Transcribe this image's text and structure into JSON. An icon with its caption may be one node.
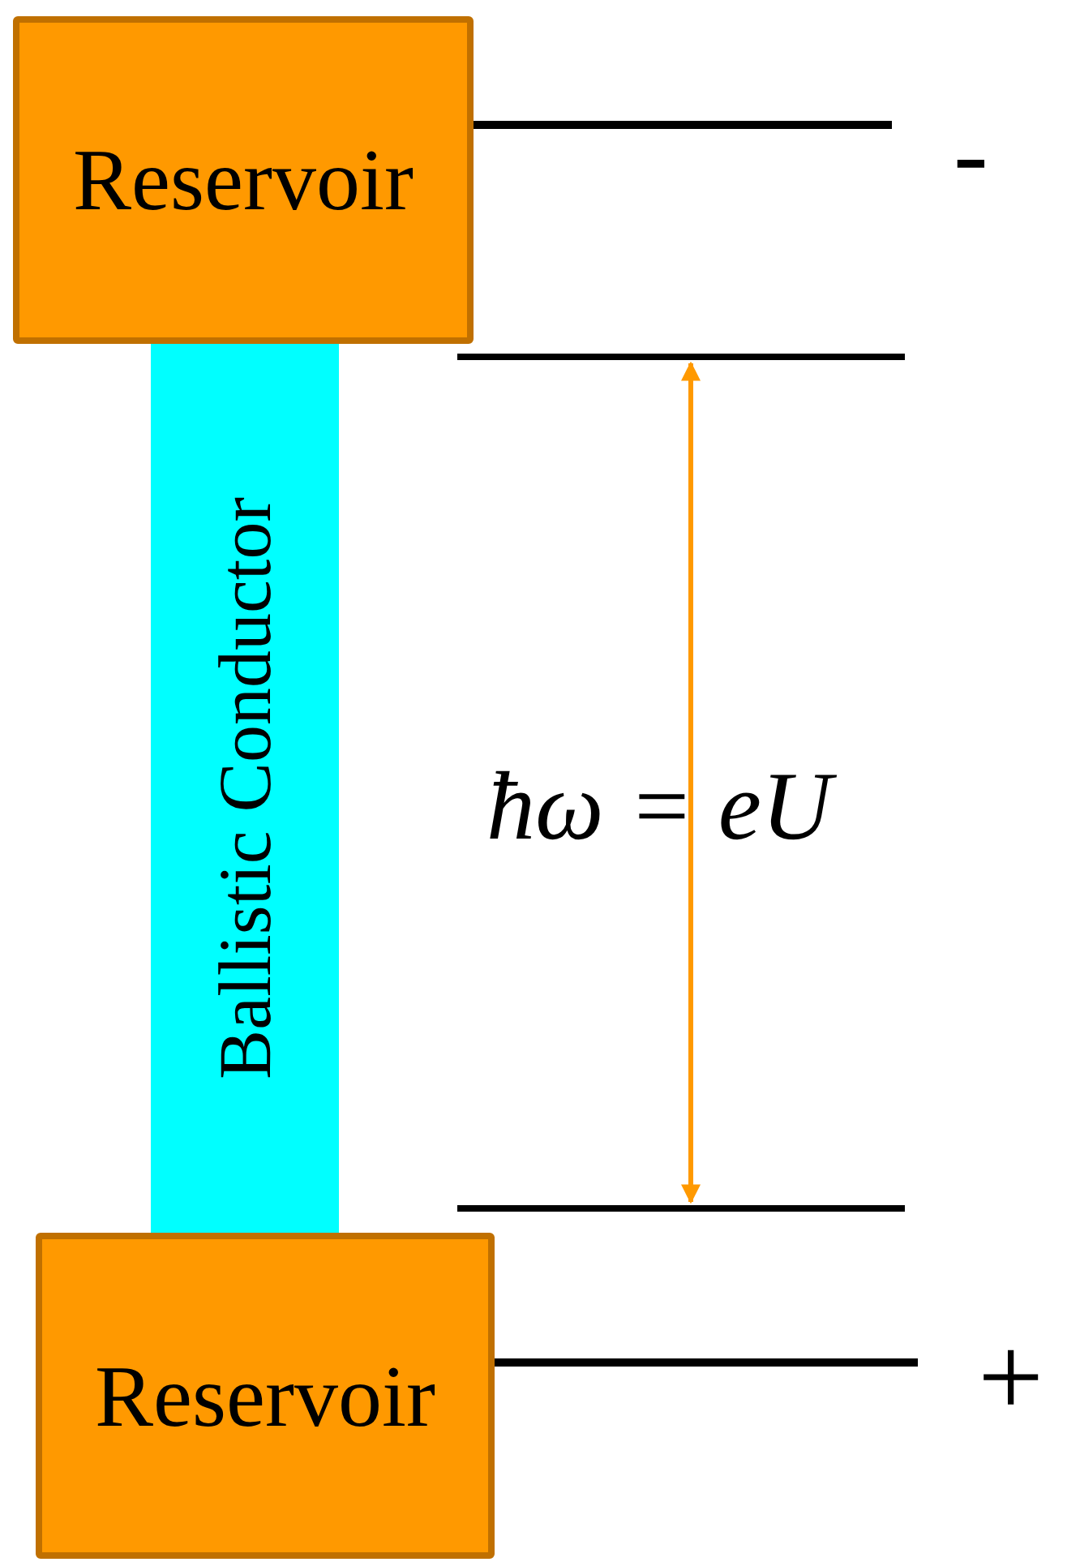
{
  "diagram": {
    "nodes": [
      {
        "text": [
          "Reservoir"
        ]
      },
      {
        "text": [
          "Ballistic Conductor"
        ]
      },
      {
        "text": [
          "Reservoir"
        ]
      }
    ],
    "labels": [
      "-",
      "ħω = eU",
      "+"
    ]
  }
}
